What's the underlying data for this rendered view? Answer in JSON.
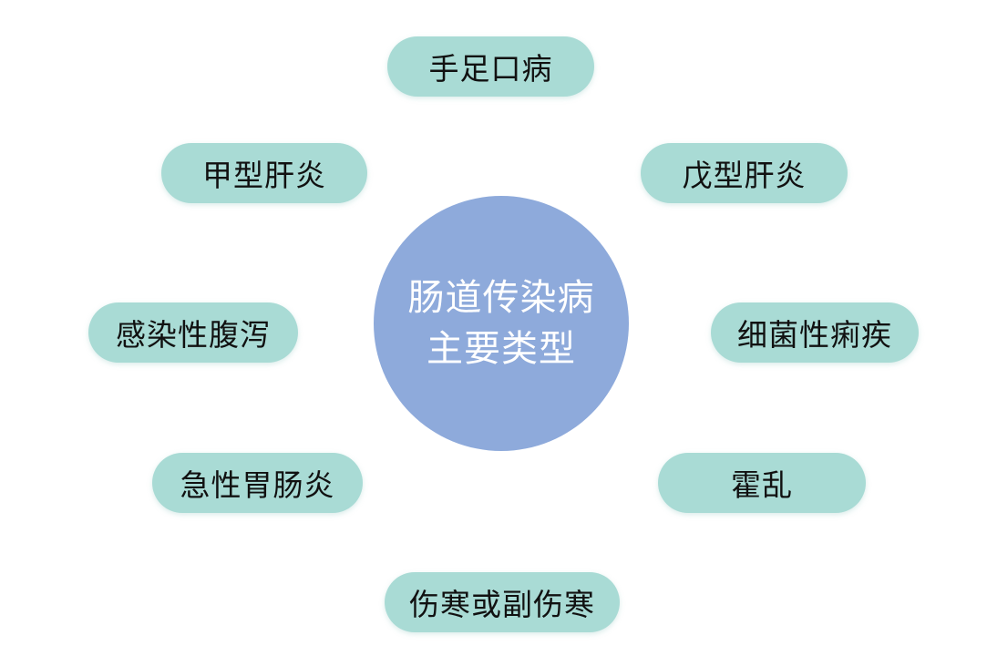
{
  "center": {
    "line1": "肠道传染病",
    "line2": "主要类型"
  },
  "items": [
    "手足口病",
    "甲型肝炎",
    "戊型肝炎",
    "感染性腹泻",
    "细菌性痢疾",
    "急性胃肠炎",
    "霍乱",
    "伤寒或副伤寒"
  ],
  "colors": {
    "pill": "#a9dbd5",
    "center": "#8eaadb"
  }
}
